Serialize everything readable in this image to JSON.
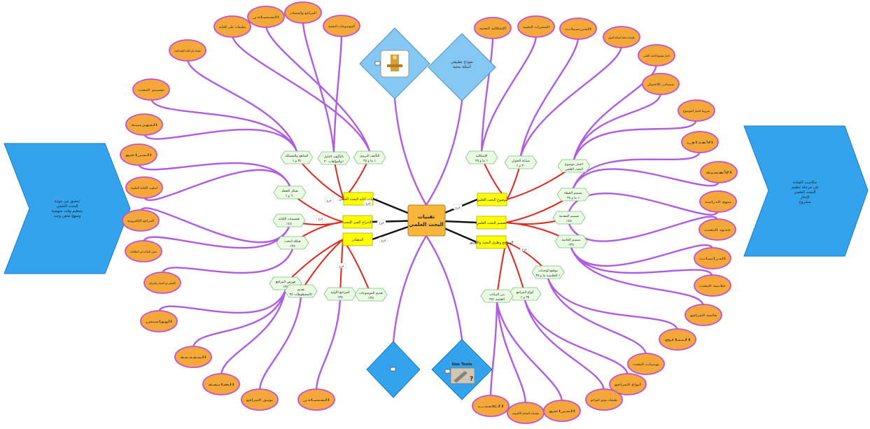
{
  "colors": {
    "leaf_fill": "#f4a83a",
    "leaf_stroke": "#c24fd6",
    "branch_line": "#b05be6",
    "red_line": "#e0251b",
    "black_line": "#111111",
    "hex_fill": "#eafbe4",
    "hex_stroke": "#7bbf78",
    "yellow_fill": "#ffff00",
    "center_fill": "#f8b73a",
    "blue_fill": "#33a3ee",
    "light_blue_fill": "#86c8f4"
  },
  "center": {
    "label_line1": "تقنيات",
    "label_line2": "البحث العلمي"
  },
  "side_arrows": {
    "left": {
      "lines": [
        "تحقيق من جودة",
        "البحث العلمي",
        "بتنظيم وقت منهجية",
        "ومنهج متقن وجيد"
      ]
    },
    "right": {
      "lines": [
        "مكاسب القيادة",
        "في مرحلة تنظيم",
        "البحث العلمي",
        "لإنجاز",
        "مشروع"
      ]
    }
  },
  "diamonds": {
    "top_left": {
      "icon": "logo-icon"
    },
    "top_right": {
      "lines": [
        "نموذج تطبيقي",
        "أسئلة بحثية"
      ]
    },
    "bottom_left": {
      "icon": "note-icon"
    },
    "bottom_right": {
      "title": "Use Tools",
      "icon": "tools-photo-icon"
    }
  },
  "main_nodes": [
    {
      "label": "عمليات كتابة البحث العلمي"
    },
    {
      "label": "الإخراج الفني للبحث"
    },
    {
      "label": "المصادر"
    },
    {
      "label": "موضوع البحث العلمي"
    },
    {
      "label": "تصميم البحث العلمي"
    },
    {
      "label": "المراجع وطرق البحث والتوثيق"
    }
  ],
  "connector_labels": [
    "فرع",
    "فرع",
    "فرع",
    "فرع",
    "فرع",
    "فرع",
    "فرع",
    "فرع"
  ],
  "hexagons": [
    {
      "line1": "التأليف التربوي",
      "line2": "ما و ٣٥ ٪"
    },
    {
      "line1": "التأليف، الدليل،",
      "line2": "والمؤلفات ٣٠٪"
    },
    {
      "line1": "المناهج والمشكلة",
      "line2": "٪ ٣٤ و"
    },
    {
      "line1": "هيكل الخطة",
      "line2": "٪ ٦٠ و"
    },
    {
      "line1": "تقسيمات الكتابة",
      "line2": "٪٤٥"
    },
    {
      "line1": "هيكلة البحث",
      "line2": "٪٢٥"
    },
    {
      "line1": "فهرس المراجع",
      "line2": "٪٢٥"
    },
    {
      "line1": "تقديم",
      "line2": "المخطوطات ٣٥٪"
    },
    {
      "line1": "المراجع الأولية",
      "line2": "٪٣٥"
    },
    {
      "line1": "تقديم الموضوعات",
      "line2": "٪٣٥"
    },
    {
      "line1": "الإشكالية",
      "line2": "ما و ٣٥ ٪"
    },
    {
      "line1": "صياغة العنوان",
      "line2": "٪ ٣٠ و"
    },
    {
      "line1": "اختيار موضوع",
      "line2": "البحث العلمي"
    },
    {
      "line1": "تصميم الخطة",
      "line2": "ما و ٣٥ ٪"
    },
    {
      "line1": "تصميم المقدمة",
      "line2": "٪٤٥"
    },
    {
      "line1": "تصميم الخاتمة",
      "line2": "٪٣٥"
    },
    {
      "line1": "مواقع الوحدات",
      "line2": "التعليمية ما و ٣٥ ٪"
    },
    {
      "line1": "أنواع المراجع",
      "line2": "٪ ٣٥ و"
    },
    {
      "line1": "بنى البيانات",
      "line2": "العلمية ٪٣٥"
    }
  ],
  "leaves_left": [
    "تطبيقات على الكتابة",
    "المصادر",
    "المراجع والمصادر",
    "الموضوعات البحثية",
    "تطبيقات على الكتابة العلمية للبحث",
    "تقسيم البحث",
    "الفهرسة",
    "المراجع",
    "أسلوب الكتابة العلمية",
    "المراجع الإلكترونية",
    "تدوين البيانات في البطاقات",
    "الاقتباس من المصادر والمراجع",
    "الهوامش",
    "المقدمة",
    "الخاتمة",
    "توثيق المراجع",
    "المصادر"
  ],
  "leaves_right": [
    "الإشكالية البحثية",
    "المتغيرات البحثية",
    "الفرضيات",
    "تطبيقات عملية لصياغة العنوان",
    "اختيار موضوع البحث العلمي",
    "مصادر الاختيار",
    "شروط اختيار الموضوع",
    "الأهداف",
    "الأهمية",
    "منهج الدراسة",
    "حدود البحث",
    "الدراسات",
    "خلاصة البحث",
    "قائمة المراجع",
    "النتائج",
    "توصيات البحث",
    "أنواع المراجع",
    "تطبيقات توثيق المراجع",
    "المراجع",
    "تقسيمات المعاجم الالكترونية",
    "الكتب"
  ]
}
